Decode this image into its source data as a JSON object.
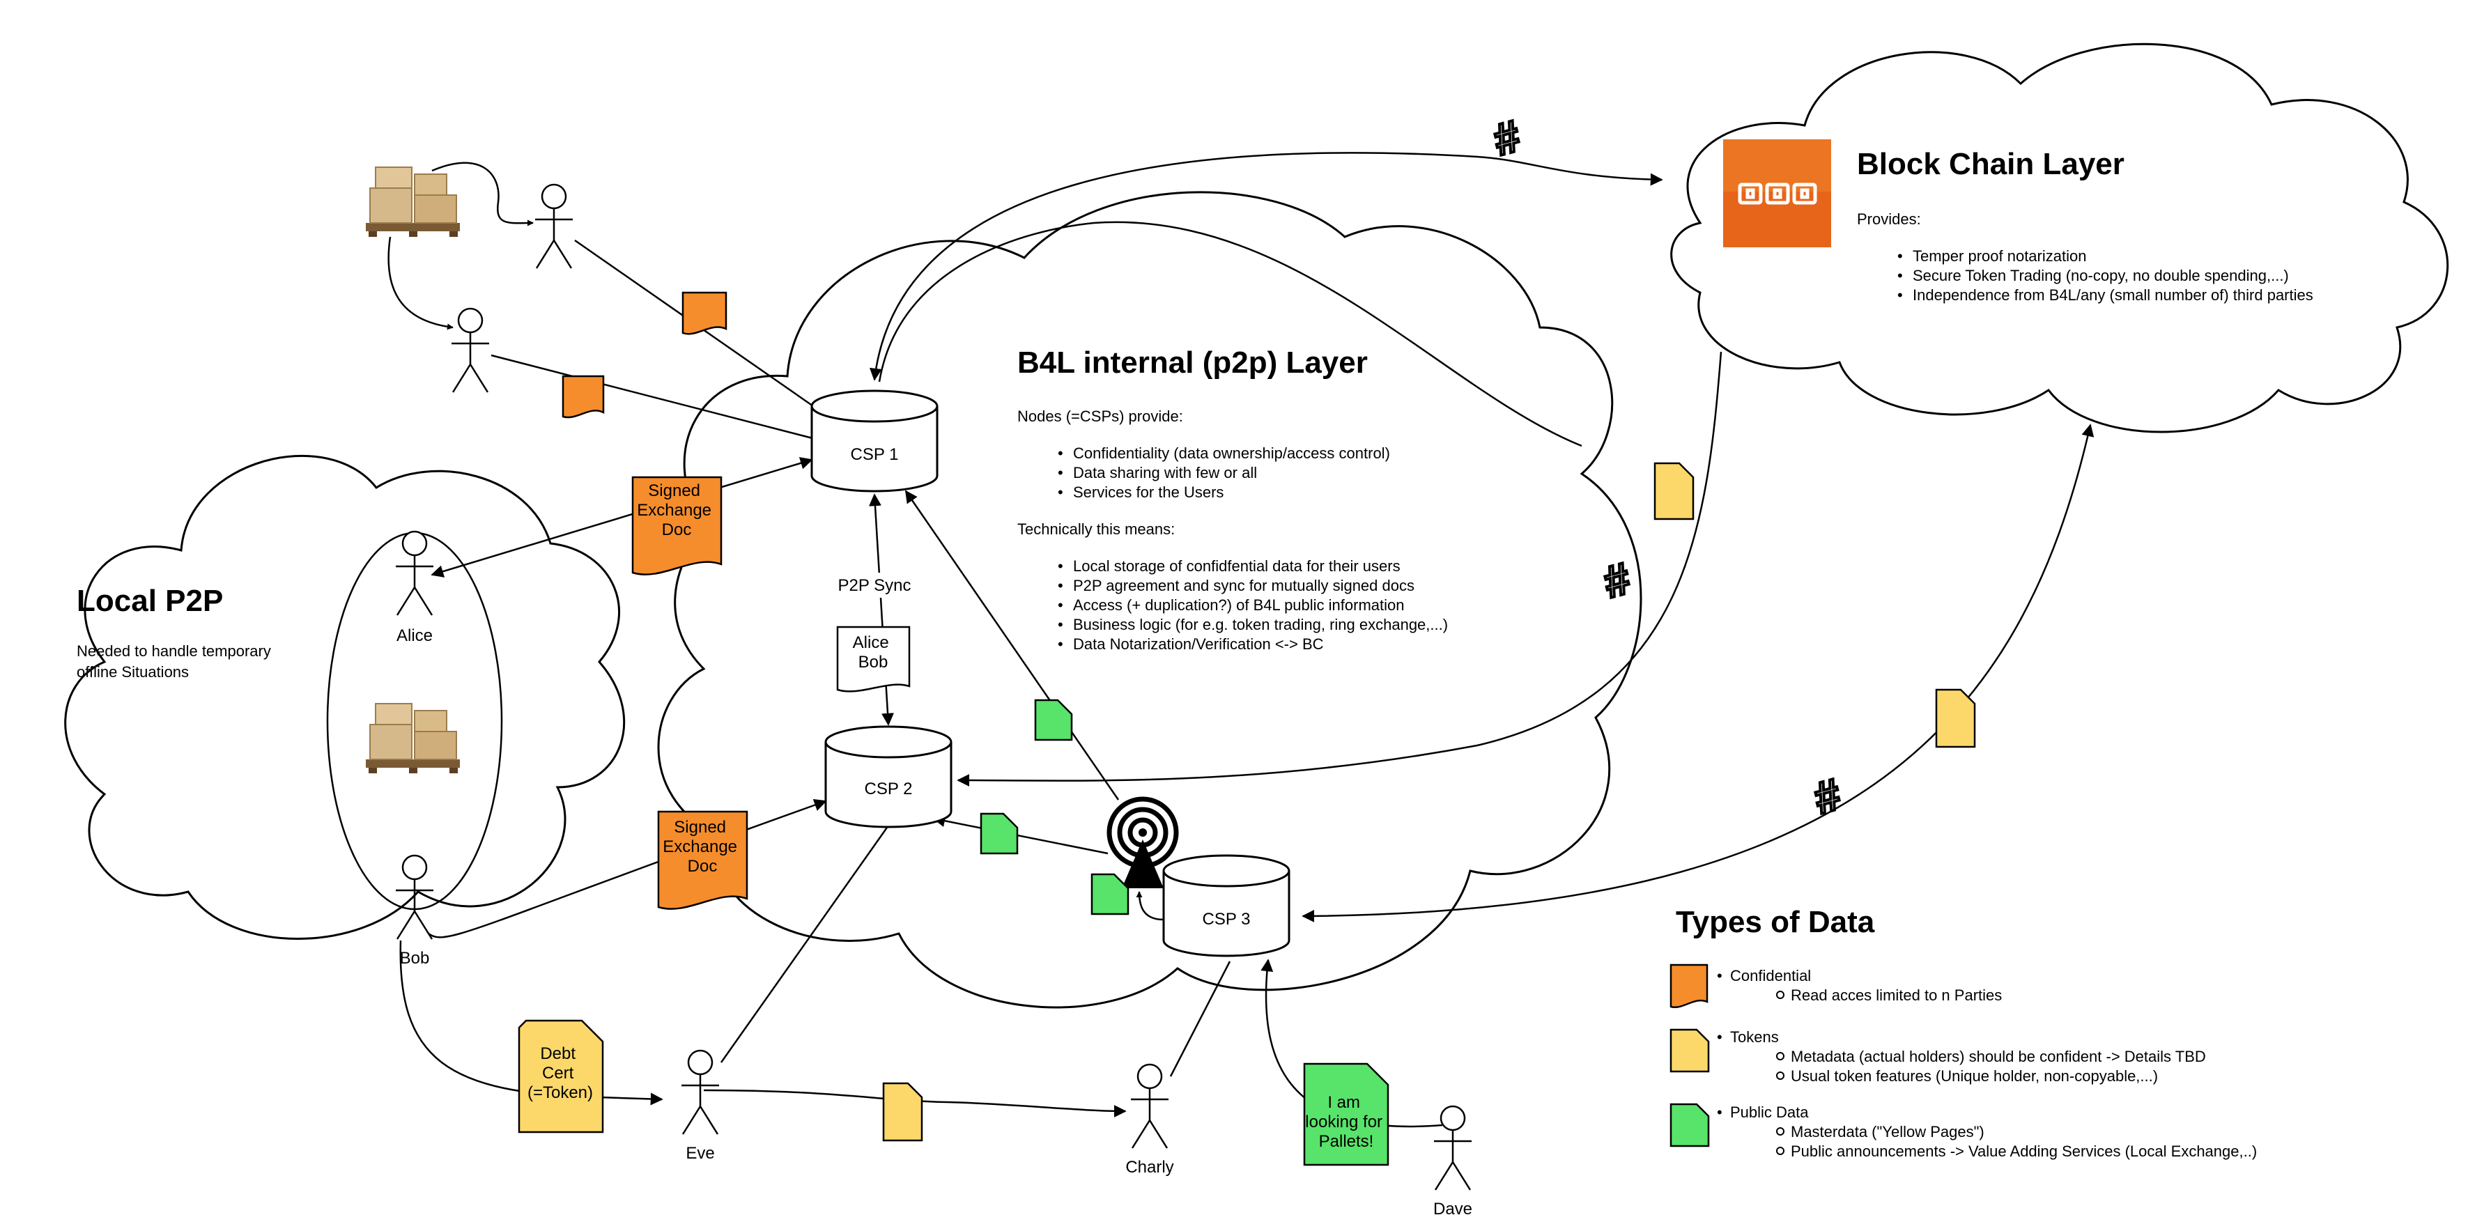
{
  "colors": {
    "confidential": "#f58d2c",
    "token": "#fcd86a",
    "public": "#58e36a",
    "blockchain": "#e7641b",
    "stroke": "#000000"
  },
  "clouds": {
    "local_p2p": {
      "title": "Local P2P",
      "desc_lines": [
        "Needed to handle temporary",
        "offline Situations"
      ]
    },
    "b4l": {
      "title": "B4L internal (p2p) Layer",
      "provide_heading": "Nodes (=CSPs) provide:",
      "provide_items": [
        "Confidentiality (data ownership/access control)",
        "Data sharing with few or all",
        "Services for the Users"
      ],
      "tech_heading": "Technically this means:",
      "tech_items": [
        "Local storage of confidfential data for their users",
        "P2P agreement and sync for mutually signed docs",
        "Access (+ duplication?) of B4L public information",
        "Business logic (for e.g. token trading, ring exchange,...)",
        "Data Notarization/Verification <-> BC"
      ]
    },
    "blockchain": {
      "title": "Block Chain Layer",
      "provides_heading": "Provides:",
      "items": [
        "Temper proof notarization",
        "Secure Token Trading (no-copy, no double spending,...)",
        "Independence from B4L/any (small number of) third parties"
      ]
    }
  },
  "nodes": {
    "csp1": "CSP 1",
    "csp2": "CSP 2",
    "csp3": "CSP 3"
  },
  "actors": {
    "alice": "Alice",
    "bob": "Bob",
    "eve": "Eve",
    "charly": "Charly",
    "dave": "Dave"
  },
  "docs": {
    "signed_exchange_1": [
      "Signed",
      "Exchange",
      "Doc"
    ],
    "signed_exchange_2": [
      "Signed",
      "Exchange",
      "Doc"
    ],
    "alice_bob": [
      "Alice",
      "Bob"
    ],
    "debt_cert": [
      "Debt",
      "Cert",
      "(=Token)"
    ],
    "looking_for_pallets": [
      "I am",
      "looking for",
      "Pallets!"
    ]
  },
  "labels": {
    "p2p_sync": "P2P Sync",
    "hash_symbol": "#"
  },
  "legend": {
    "title": "Types of Data",
    "groups": [
      {
        "name": "Confidential",
        "color_key": "confidential",
        "items": [
          "Read acces limited to n Parties"
        ]
      },
      {
        "name": "Tokens",
        "color_key": "token",
        "items": [
          "Metadata (actual holders) should be confident -> Details TBD",
          "Usual token features  (Unique holder, non-copyable,...)"
        ]
      },
      {
        "name": "Public Data",
        "color_key": "public",
        "items": [
          "Masterdata (\"Yellow Pages\")",
          "Public announcements -> Value Adding Services (Local Exchange,..)"
        ]
      }
    ]
  },
  "icons": {
    "blockchain_logo": "chain-link-icon",
    "broadcast": "broadcast-antenna-icon",
    "pallet": "pallet-boxes-icon"
  }
}
